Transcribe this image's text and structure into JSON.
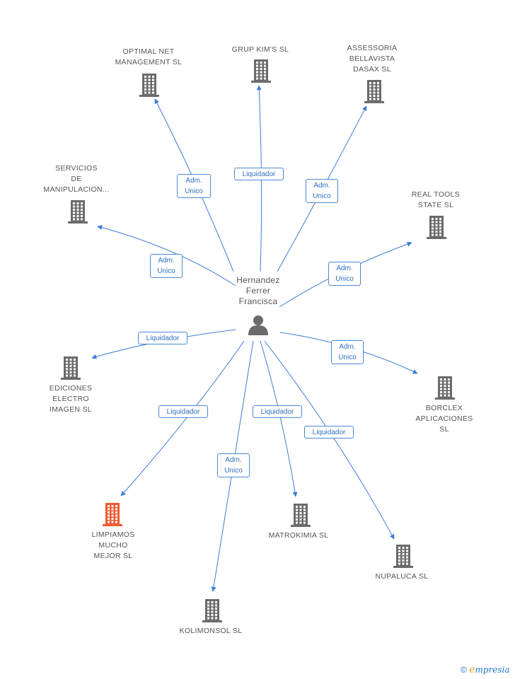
{
  "center": {
    "label": "Hernandez\nFerrer\nFrancisca",
    "icon": "person-icon"
  },
  "companies": [
    {
      "id": "optimal",
      "name": "OPTIMAL NET\nMANAGEMENT SL",
      "color": "#6b6b6b"
    },
    {
      "id": "grupkims",
      "name": "GRUP KIM'S SL",
      "color": "#6b6b6b"
    },
    {
      "id": "assessoria",
      "name": "ASSESSORIA\nBELLAVISTA\nDASAX SL",
      "color": "#6b6b6b"
    },
    {
      "id": "servicios",
      "name": "SERVICIOS\nDE\nMANIPULACION...",
      "color": "#6b6b6b"
    },
    {
      "id": "realtools",
      "name": "REAL TOOLS\nSTATE SL",
      "color": "#6b6b6b"
    },
    {
      "id": "ediciones",
      "name": "EDICIONES\nELECTRO\nIMAGEN SL",
      "color": "#6b6b6b"
    },
    {
      "id": "borclex",
      "name": "BORCLEX\nAPLICACIONES\nSL",
      "color": "#6b6b6b"
    },
    {
      "id": "limpiamos",
      "name": "LIMPIAMOS\nMUCHO\nMEJOR SL",
      "color": "#f15a30"
    },
    {
      "id": "matrokimia",
      "name": "MATROKIMIA SL",
      "color": "#6b6b6b"
    },
    {
      "id": "nupaluca",
      "name": "NUPALUCA SL",
      "color": "#6b6b6b"
    },
    {
      "id": "kolimonsol",
      "name": "KOLIMONSOL SL",
      "color": "#6b6b6b"
    }
  ],
  "relations": [
    {
      "to": "optimal",
      "label": "Adm.\nUnico"
    },
    {
      "to": "grupkims",
      "label": "Liquidador"
    },
    {
      "to": "assessoria",
      "label": "Adm.\nUnico"
    },
    {
      "to": "servicios",
      "label": "Adm.\nUnico"
    },
    {
      "to": "realtools",
      "label": "Adm.\nUnico"
    },
    {
      "to": "ediciones",
      "label": "Liquidador"
    },
    {
      "to": "borclex",
      "label": "Adm.\nUnico"
    },
    {
      "to": "limpiamos",
      "label": "Liquidador"
    },
    {
      "to": "kolimonsol",
      "label": "Adm.\nUnico"
    },
    {
      "to": "matrokimia",
      "label": "Liquidador"
    },
    {
      "to": "nupaluca",
      "label": "Liquidador"
    }
  ],
  "edge_color": "#3b7dd8",
  "footer": {
    "copyright": "©",
    "brand_initial": "e",
    "brand_rest": "mpresia"
  }
}
